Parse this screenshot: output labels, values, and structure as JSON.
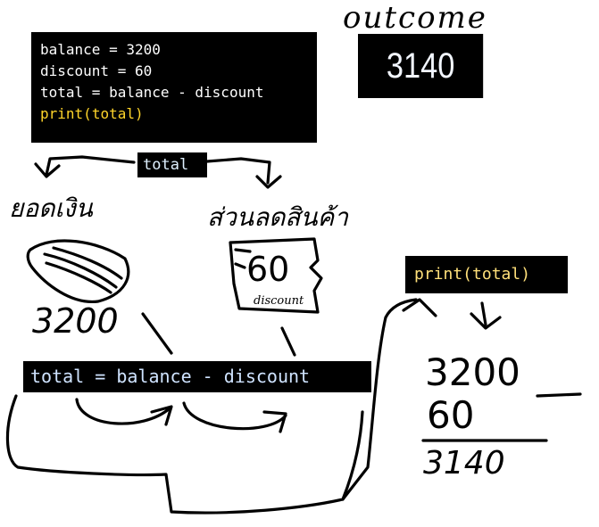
{
  "code_main": {
    "lines": [
      {
        "name": "balance",
        "op": " = ",
        "value": "3200"
      },
      {
        "name": "discount",
        "op": " = ",
        "value": "60"
      },
      {
        "name": "total",
        "op": " = ",
        "value": "balance - discount"
      },
      {
        "name": "print",
        "op": "(",
        "value": "total",
        "close": ")"
      }
    ]
  },
  "output": {
    "heading": "outcome",
    "value": "3140"
  },
  "variable_tag": "total",
  "labels": {
    "left_word": "ยอดเงิน",
    "right_word": "ส่วนลดสินค้า",
    "coupon_caption": "discount"
  },
  "values": {
    "balance_value": "3200",
    "coupon_value": "60"
  },
  "equation": "total = balance - discount",
  "print_statement": "print(total)",
  "arithmetic": {
    "top": "3200",
    "minus": "60",
    "result": "3140"
  },
  "colors": {
    "box_bg": "#000000",
    "code_text": "#ffffff",
    "print_text": "#ffd52a",
    "eq_text": "#cfe3ff"
  }
}
